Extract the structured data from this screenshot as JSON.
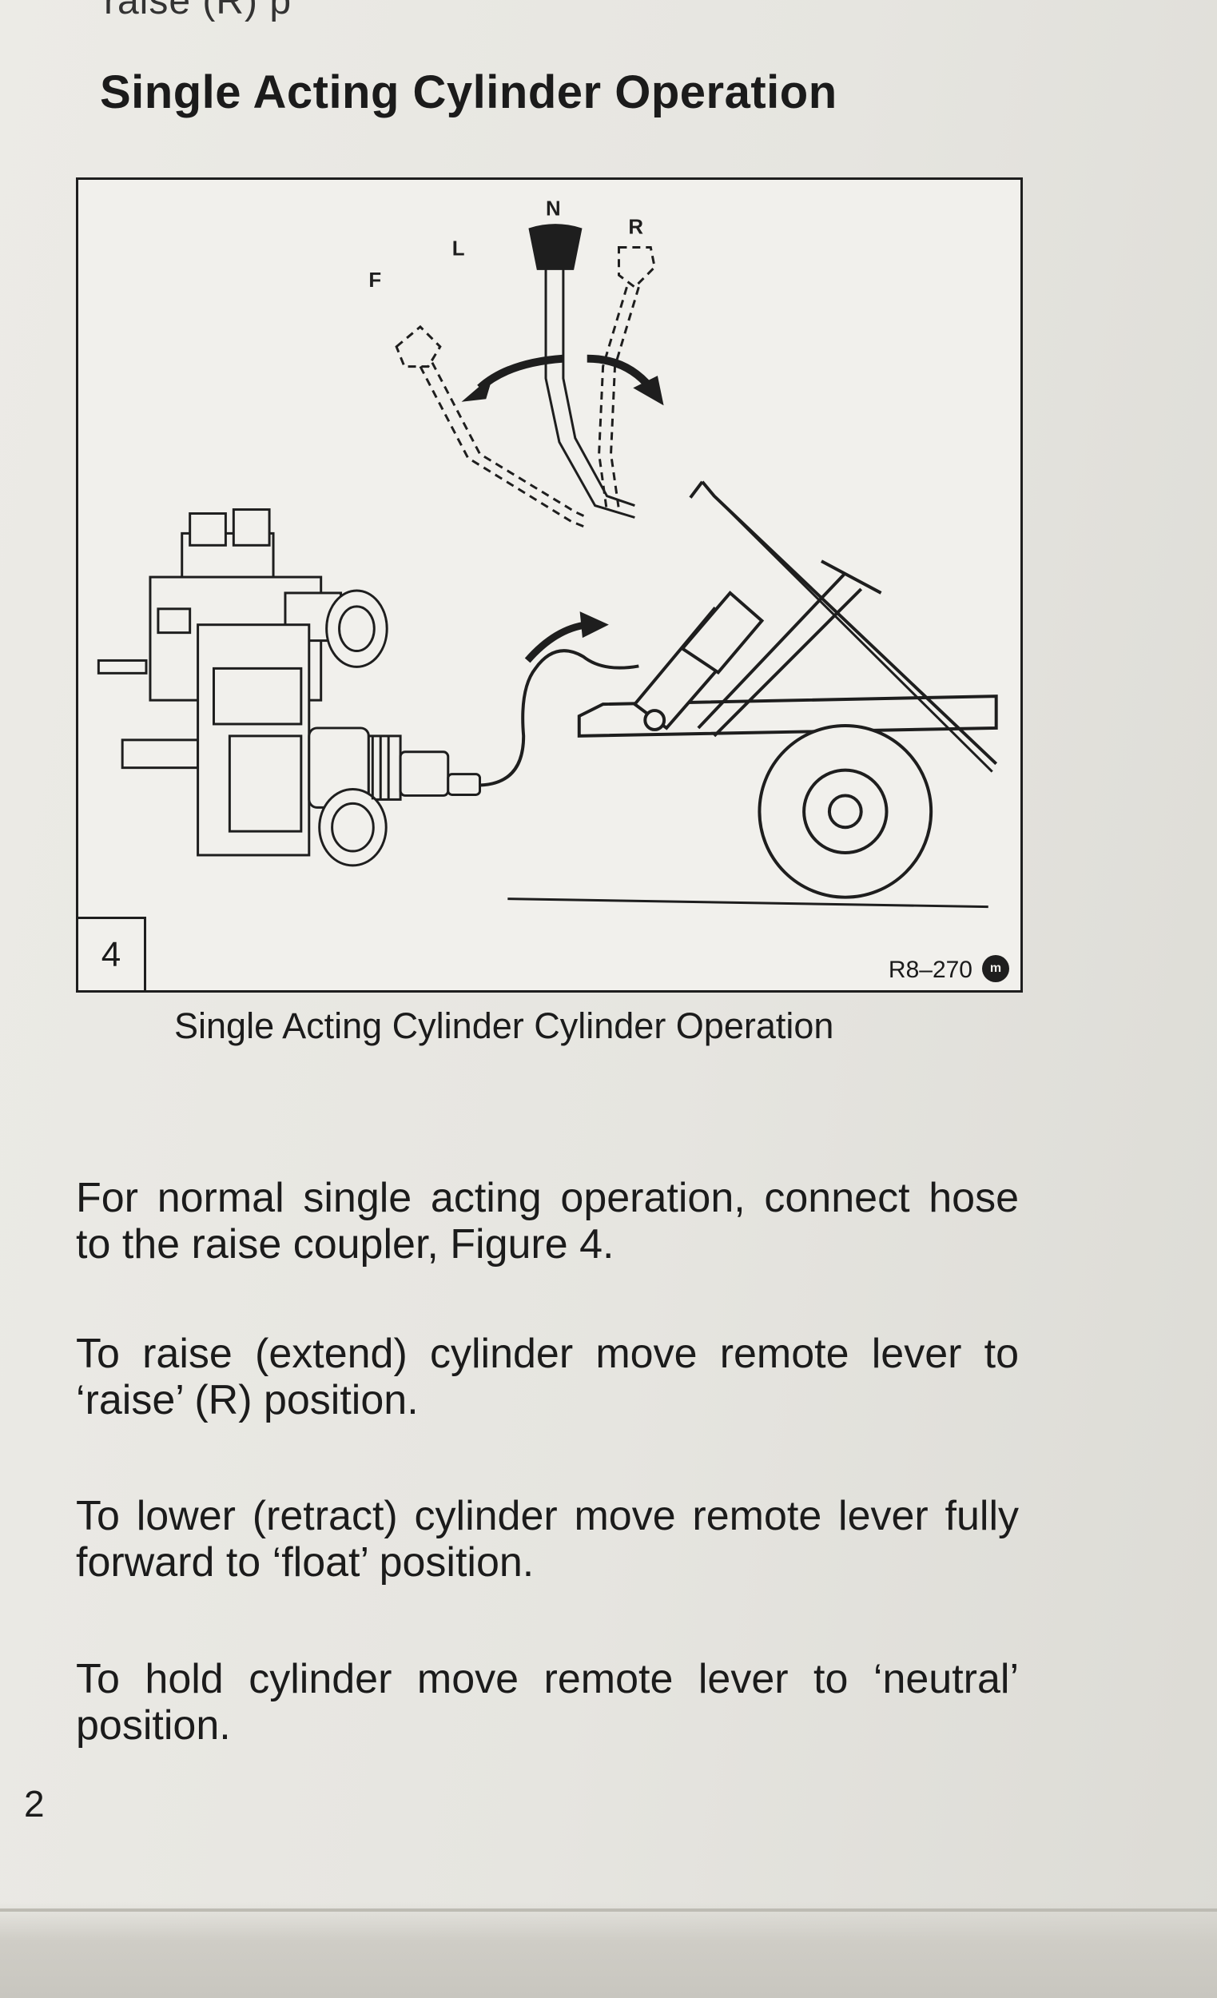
{
  "running_head": "raise (R) p",
  "heading": "Single Acting Cylinder Operation",
  "figure": {
    "number": "4",
    "reference": "R8–270",
    "mark": "m",
    "lever_positions": [
      "F",
      "L",
      "N",
      "R"
    ]
  },
  "caption": "Single Acting Cylinder Cylinder Operation",
  "paragraphs": [
    "For normal single acting operation, connect hose to the raise coupler, Figure  4.",
    "To raise (extend) cylinder move remote lever to ‘raise’ (R) position.",
    "To lower (retract) cylinder move remote lever fully forward to ‘float’ position.",
    "To hold cylinder move remote lever to ‘neutral’ position."
  ],
  "page_number": "2"
}
